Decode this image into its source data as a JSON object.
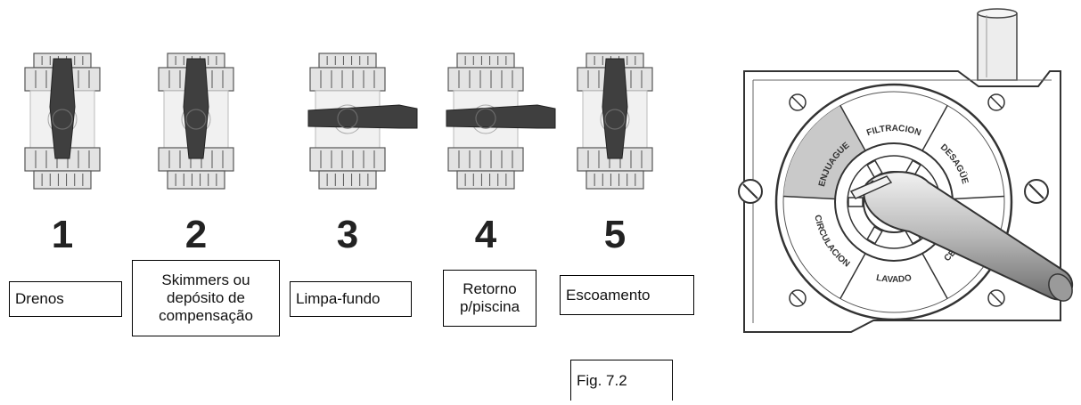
{
  "valves": [
    {
      "number": "1",
      "label": "Drenos",
      "handle": "vertical"
    },
    {
      "number": "2",
      "label": "Skimmers ou depósito de compensação",
      "handle": "vertical"
    },
    {
      "number": "3",
      "label": "Limpa-fundo",
      "handle": "horizontal"
    },
    {
      "number": "4",
      "label": "Retorno p/piscina",
      "handle": "horizontal"
    },
    {
      "number": "5",
      "label": "Escoamento",
      "handle": "vertical"
    }
  ],
  "label_lines": {
    "valve2": [
      "Skimmers ou",
      "depósito de",
      "compensação"
    ],
    "valve4": [
      "Retorno",
      "p/piscina"
    ]
  },
  "figure_caption": "Fig. 7.2",
  "multiport": {
    "positions": [
      "FILTRACION",
      "DESAGÜE",
      "CERRADO",
      "LAVADO",
      "CIRCULACION",
      "ENJUAGUE"
    ],
    "highlighted": "ENJUAGUE"
  },
  "colors": {
    "handle": "#3f3f3f",
    "body_light": "#e3e3e3",
    "stroke": "#555555",
    "highlight_sector": "#c9c9c9"
  }
}
